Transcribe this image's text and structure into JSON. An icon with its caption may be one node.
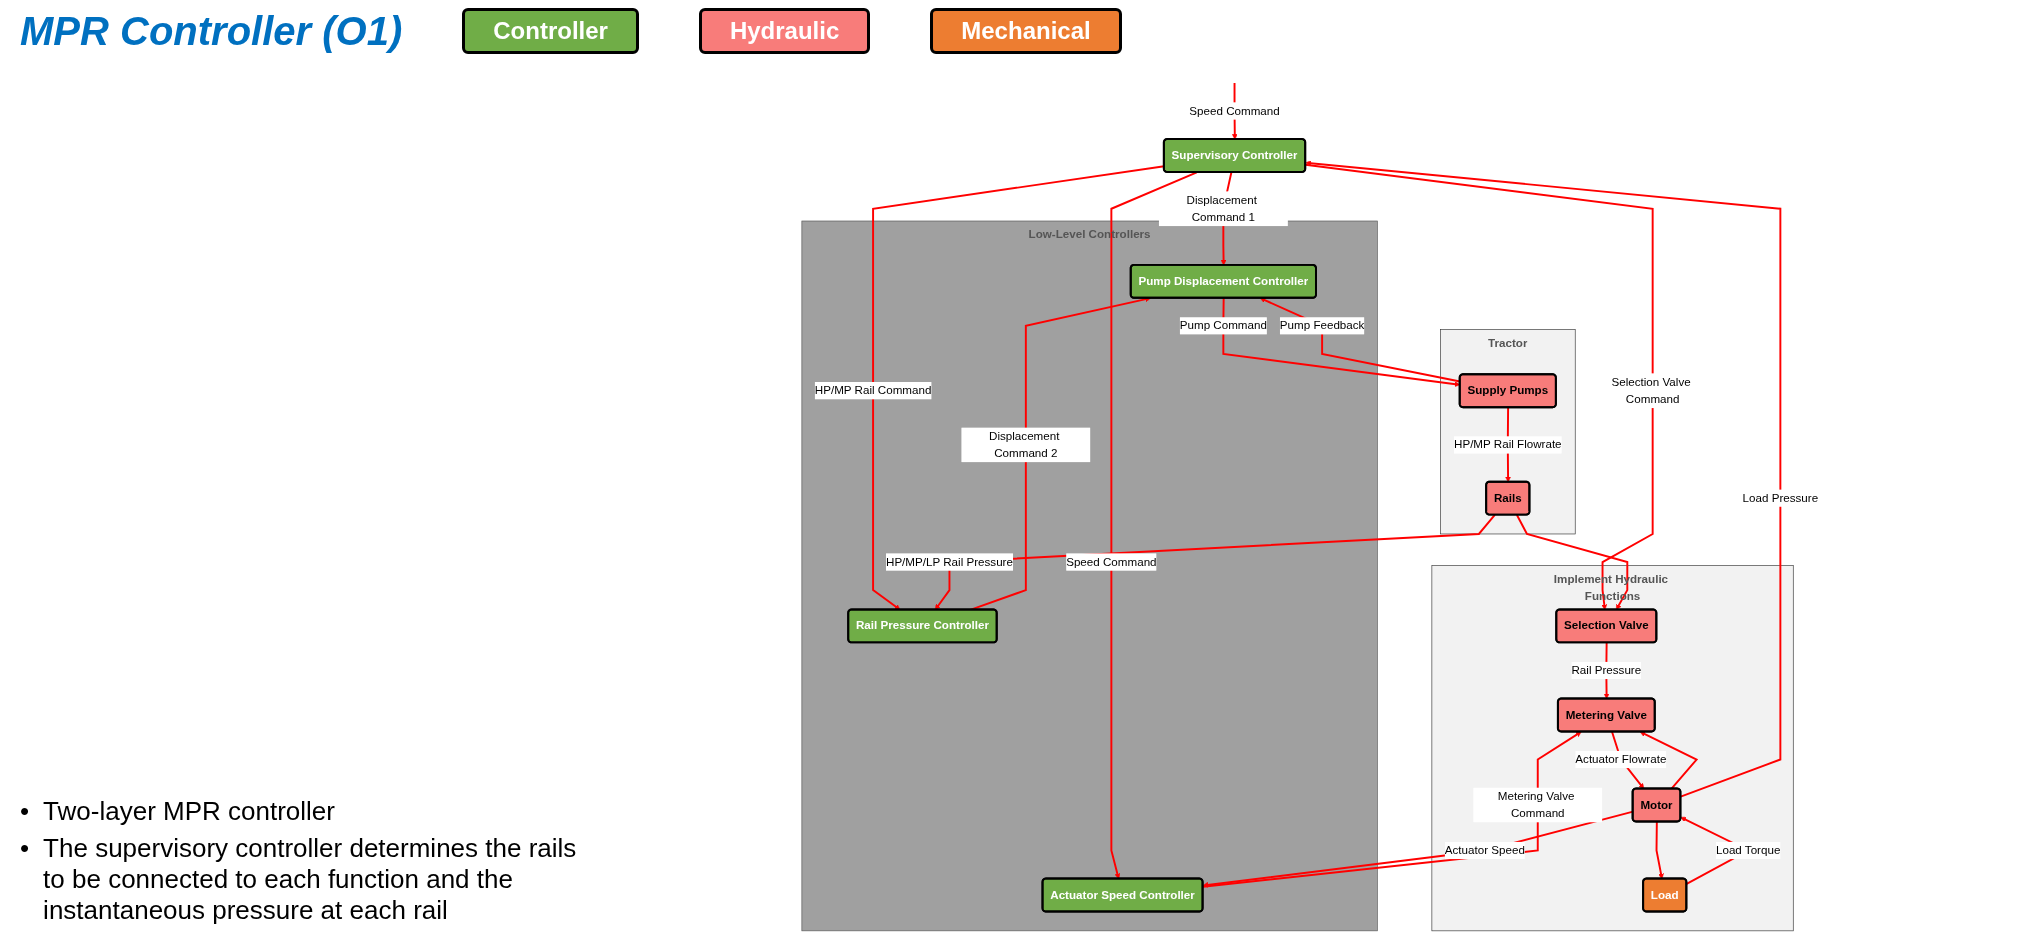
{
  "diagram": {
    "title": "MPR Controller (O1)",
    "nodes": [
      {
        "text": [
          "Supervisory Controller"
        ]
      },
      {
        "text": [
          "Tractor"
        ]
      },
      {
        "text": [
          "Implement Hydraulic Functions"
        ]
      },
      {
        "text": [
          "Low-Level Controllers"
        ]
      },
      {
        "text": [
          "Pump Displacement Controller"
        ],
        "in": 3
      },
      {
        "text": [
          "Rail Pressure Controller"
        ],
        "in": 3
      },
      {
        "text": [
          "Actuator Speed Controller"
        ],
        "in": 3
      },
      {
        "text": [
          "Supply Pumps"
        ],
        "in": 1
      },
      {
        "text": [
          "Rails"
        ],
        "in": 1
      },
      {
        "text": [
          "Selection Valve"
        ],
        "in": 2
      },
      {
        "text": [
          "Metering Valve"
        ],
        "in": 2
      },
      {
        "text": [
          "Motor"
        ],
        "in": 2
      },
      {
        "text": [
          "Load"
        ],
        "in": 2
      }
    ],
    "edges": [
      {
        "from": null,
        "to": 0,
        "arrow": "to",
        "label": "Speed Command"
      },
      {
        "from": 0,
        "to": 4,
        "arrow": "to",
        "label": "Displacement Command 1"
      },
      {
        "from": 0,
        "to": 5,
        "arrow": "to",
        "label": "HP/MP Rail Command"
      },
      {
        "from": 0,
        "to": 9,
        "arrow": "to",
        "label": "Selection Valve Command"
      },
      {
        "from": 0,
        "to": 6,
        "arrow": "to",
        "label": "Speed Command"
      },
      {
        "from": 5,
        "to": 4,
        "arrow": "to",
        "label": "Displacement Command 2"
      },
      {
        "from": 4,
        "to": 7,
        "arrow": "to",
        "label": "Pump Command"
      },
      {
        "from": 7,
        "to": 4,
        "arrow": "to",
        "label": "Pump Feedback"
      },
      {
        "from": 7,
        "to": 8,
        "arrow": "to",
        "label": "HP/MP Rail Flowrate"
      },
      {
        "from": 8,
        "to": 5,
        "arrow": "to",
        "label": "HP/MP/LP Rail Pressure"
      },
      {
        "from": 8,
        "to": 9,
        "arrow": "to"
      },
      {
        "from": 9,
        "to": 10,
        "arrow": "to",
        "label": "Rail Pressure"
      },
      {
        "from": 6,
        "to": 10,
        "arrow": "to",
        "label": "Metering Valve Command"
      },
      {
        "from": 10,
        "to": 11,
        "arrow": "to",
        "label": "Actuator Flowrate"
      },
      {
        "from": 11,
        "to": 10,
        "arrow": "to"
      },
      {
        "from": 11,
        "to": 0,
        "arrow": "to",
        "label": "Load Pressure"
      },
      {
        "from": 11,
        "to": 12,
        "arrow": "to"
      },
      {
        "from": 11,
        "to": 6,
        "arrow": "to",
        "label": "Actuator Speed"
      },
      {
        "from": 12,
        "to": 11,
        "arrow": "to",
        "label": "Load Torque"
      }
    ],
    "labels": [
      "•",
      "Two-layer MPR controller",
      "•",
      "The supervisory controller determines the rails to be connected to each function and the instantaneous pressure at each rail"
    ],
    "legend": [
      {
        "text": "Controller",
        "color": "#70ad47"
      },
      {
        "text": "Hydraulic",
        "color": "#f87c7a"
      },
      {
        "text": "Mechanical",
        "color": "#ed7d31"
      }
    ]
  }
}
